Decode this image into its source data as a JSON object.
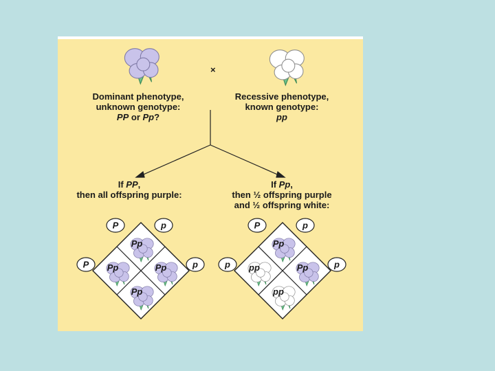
{
  "cross_symbol": "×",
  "parents": {
    "dominant": {
      "line1": "Dominant phenotype,",
      "line2": "unknown genotype:",
      "line3_a": "PP",
      "line3_b": " or ",
      "line3_c": "Pp",
      "line3_d": "?"
    },
    "recessive": {
      "line1": "Recessive phenotype,",
      "line2": "known genotype:",
      "line3": "pp"
    }
  },
  "outcomes": {
    "left": {
      "line1_a": "If ",
      "line1_b": "PP",
      "line1_c": ",",
      "line2": "then all offspring purple:"
    },
    "right": {
      "line1_a": "If ",
      "line1_b": "Pp",
      "line1_c": ",",
      "line2": "then ½ offspring purple",
      "line3": "and ½ offspring white:"
    }
  },
  "punnett_left": {
    "top_gametes": [
      "P",
      "p"
    ],
    "side_gametes": [
      "P",
      "p"
    ],
    "cells": [
      "Pp",
      "Pp",
      "Pp",
      "Pp"
    ],
    "cell_colors": [
      "purple",
      "purple",
      "purple",
      "purple"
    ]
  },
  "punnett_right": {
    "top_gametes": [
      "P",
      "p"
    ],
    "side_gametes": [
      "p",
      "p"
    ],
    "cells": [
      "Pp",
      "pp",
      "Pp",
      "pp"
    ],
    "cell_colors": [
      "purple",
      "white",
      "purple",
      "white"
    ]
  },
  "colors": {
    "purple_flower": "#c9c3ea",
    "white_flower": "#ffffff",
    "background": "#fbe9a1",
    "leaf": "#6cc08a"
  }
}
